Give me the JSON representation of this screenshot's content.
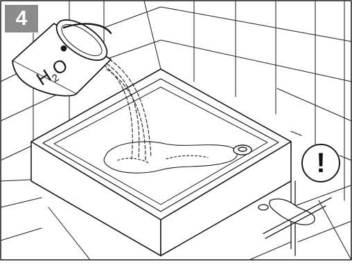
{
  "step": {
    "number": "4"
  },
  "bucket": {
    "label_main": "H",
    "label_sub": "2",
    "label_end": "O"
  },
  "warning": {
    "symbol": "!"
  },
  "colors": {
    "badge": "#8c8c8c",
    "line": "#1a1a1a",
    "background": "#ffffff"
  }
}
